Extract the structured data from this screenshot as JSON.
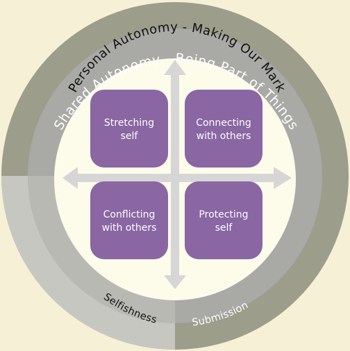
{
  "outer_ring": {
    "label": "Shared Autonomy - Being Part of Things"
  },
  "inner_ring": {
    "label": "Personal Autonomy - Making Our Mark"
  },
  "quadrants": {
    "top_left": {
      "line1": "Stretching",
      "line2": "self"
    },
    "top_right": {
      "line1": "Connecting",
      "line2": "with others"
    },
    "bottom_left": {
      "line1": "Conflicting",
      "line2": "with others"
    },
    "bottom_right": {
      "line1": "Protecting",
      "line2": "self"
    }
  },
  "bottom_labels": {
    "left": "Selfishness",
    "right": "Submission"
  },
  "colors": {
    "background": "#f6f1d6",
    "outer_ring": "#9c9d8b",
    "inner_ring": "#a9a9a6",
    "center": "#fdfbea",
    "quadrant": "#8a66a3",
    "arrows": "#d6d6d6",
    "selfishness_side": "#c7c7c2"
  }
}
